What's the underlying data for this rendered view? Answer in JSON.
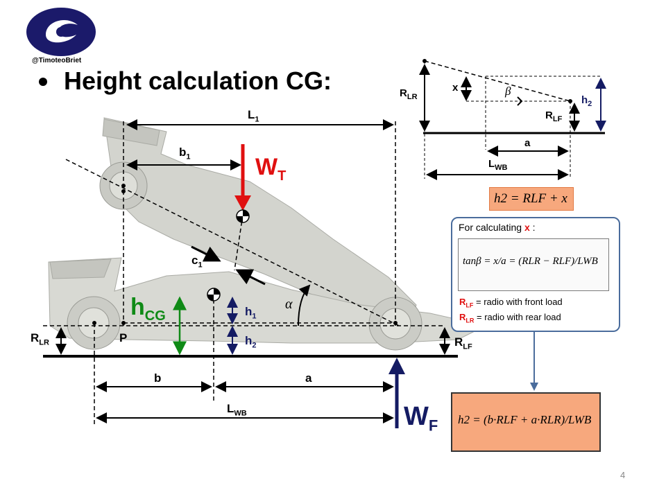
{
  "brand": {
    "handle": "@TimoteoBriet",
    "logo_color": "#1b1a6a"
  },
  "slide": {
    "title": "Height calculation CG:",
    "page_number": "4"
  },
  "colors": {
    "weight_top": "#e01010",
    "hcg": "#0f8a16",
    "weight_front": "#141b63",
    "formula_fill": "#f7a87d",
    "info_border": "#4a6c9c"
  },
  "diagram": {
    "L1": {
      "main": "L",
      "sub": "1"
    },
    "b1": {
      "main": "b",
      "sub": "1"
    },
    "WT": {
      "main": "W",
      "sub": "T"
    },
    "c1": {
      "main": "c",
      "sub": "1"
    },
    "alpha": "α",
    "hCG": {
      "main": "h",
      "sub": "CG"
    },
    "h1": {
      "main": "h",
      "sub": "1"
    },
    "h2": {
      "main": "h",
      "sub": "2"
    },
    "RLR": {
      "main": "R",
      "sub": "LR"
    },
    "RLF": {
      "main": "R",
      "sub": "LF"
    },
    "P": "P",
    "b": "b",
    "a": "a",
    "LWB": {
      "main": "L",
      "sub": "WB"
    },
    "WF": {
      "main": "W",
      "sub": "F"
    }
  },
  "inset": {
    "RLR": {
      "main": "R",
      "sub": "LR"
    },
    "x": "x",
    "beta": "β",
    "h2": {
      "main": "h",
      "sub": "2"
    },
    "RLF": {
      "main": "R",
      "sub": "LF"
    },
    "a": "a",
    "LWB": {
      "main": "L",
      "sub": "WB"
    }
  },
  "formula_h2": "h2 = RLF + x",
  "info": {
    "title_prefix": "For calculating ",
    "title_var": "x",
    "title_suffix": " :",
    "equation": "tanβ = x/a = (RLR − RLF)/LWB",
    "def_rlf_sym": "R",
    "def_rlf_sub": "LF",
    "def_rlf_text": " = radio with front load",
    "def_rlr_sym": "R",
    "def_rlr_sub": "LR",
    "def_rlr_text": " = radio with rear load"
  },
  "formula_result": "h2 = (b·RLF + a·RLR)/LWB"
}
